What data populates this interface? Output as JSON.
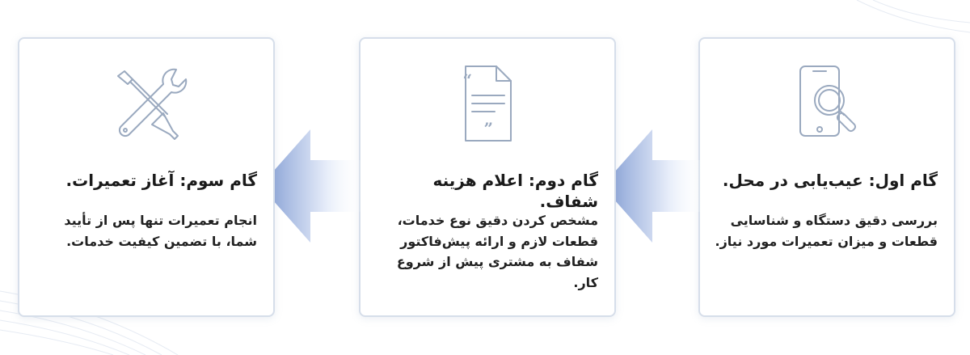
{
  "steps": [
    {
      "icon": "phone-magnifier-icon",
      "title": "گام اول: عیب‌یابی در محل.",
      "description": "بررسی دقیق دستگاه و شناسایی قطعات و میزان تعمیرات مورد نیاز."
    },
    {
      "icon": "quote-document-icon",
      "title": "گام دوم: اعلام هزینه شفاف.",
      "description": "مشخص کردن دقیق نوع خدمات، قطعات لازم و ارائه پیش‌فاکتور شفاف به مشتری پیش از شروع کار."
    },
    {
      "icon": "tools-icon",
      "title": "گام سوم: آغاز تعمیرات.",
      "description": "انجام تعمیرات تنها پس از تأیید شما، با تضمین کیفیت خدمات."
    }
  ],
  "colors": {
    "icon_stroke": "#9aa9bf",
    "arrow_light": "#e8eefa",
    "arrow_dark": "#7f9ad2",
    "card_border": "#d6deea"
  }
}
